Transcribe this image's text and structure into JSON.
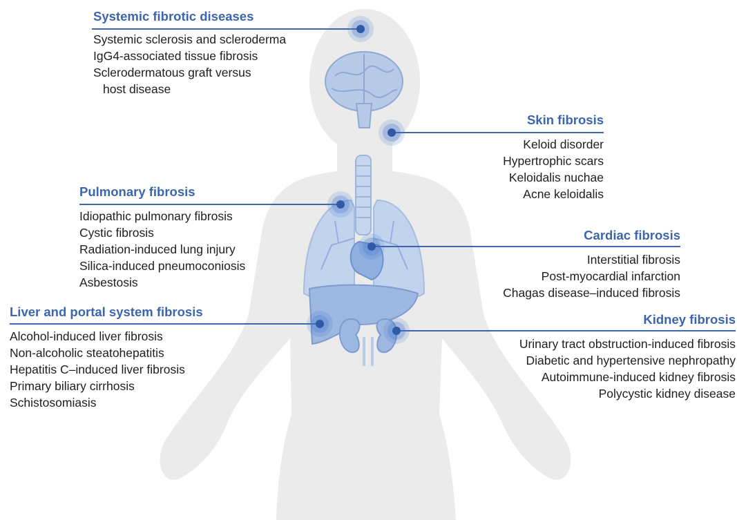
{
  "groups": [
    {
      "title": "Systemic fibrotic diseases",
      "items": [
        "Systemic sclerosis and scleroderma",
        "IgG4-associated tissue fibrosis",
        "Sclerodermatous graft versus",
        "host disease"
      ]
    },
    {
      "title": "Skin fibrosis",
      "items": [
        "Keloid disorder",
        "Hypertrophic scars",
        "Keloidalis nuchae",
        "Acne keloidalis"
      ]
    },
    {
      "title": "Pulmonary fibrosis",
      "items": [
        "Idiopathic pulmonary fibrosis",
        "Cystic fibrosis",
        "Radiation-induced lung injury",
        "Silica-induced pneumoconiosis",
        "Asbestosis"
      ]
    },
    {
      "title": "Cardiac fibrosis",
      "items": [
        "Interstitial fibrosis",
        "Post-myocardial infarction",
        "Chagas disease–induced fibrosis"
      ]
    },
    {
      "title": "Liver and portal system fibrosis",
      "items": [
        "Alcohol-induced liver fibrosis",
        "Non-alcoholic steatohepatitis",
        "Hepatitis C–induced liver fibrosis",
        "Primary biliary cirrhosis",
        "Schistosomiasis"
      ]
    },
    {
      "title": "Kidney fibrosis",
      "items": [
        "Urinary tract obstruction-induced fibrosis",
        "Diabetic and hypertensive nephropathy",
        "Autoimmune-induced kidney fibrosis",
        "Polycystic kidney disease"
      ]
    }
  ],
  "colors": {
    "accent": "#3c65ad",
    "body": "#ebebeb",
    "organ": "#a9c2e3",
    "marker": "#2f5aa8"
  },
  "icons": [
    "human-body-silhouette",
    "brain-icon",
    "trachea-icon",
    "lungs-icon",
    "heart-icon",
    "liver-icon",
    "kidneys-icon"
  ]
}
